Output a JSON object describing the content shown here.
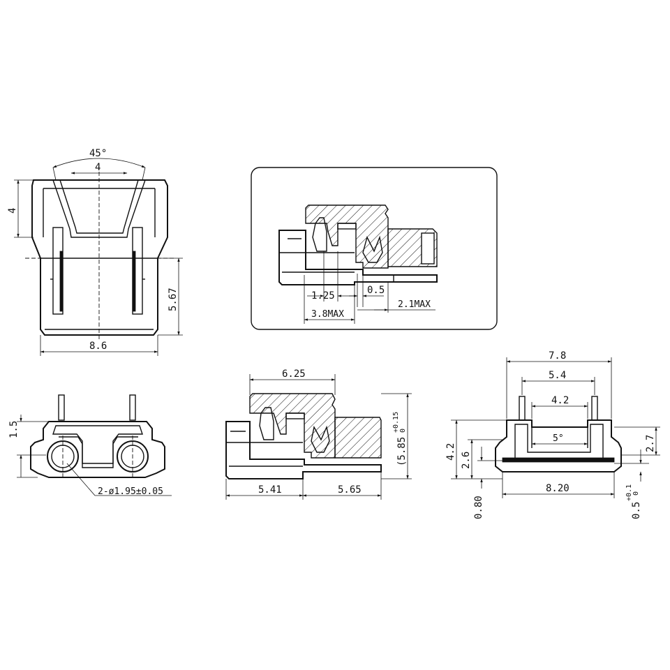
{
  "views": {
    "front": {
      "angle": "45°",
      "top_width": "4",
      "left_height": "4",
      "right_height": "5.67",
      "bottom_width": "8.6"
    },
    "detail": {
      "d1": "1.25",
      "d2": "0.5",
      "d3": "3.8MAX",
      "d4": "2.1MAX"
    },
    "bottom_left": {
      "height": "1.5",
      "hole_note": "2-ø1.95±0.05"
    },
    "side": {
      "top": "6.25",
      "right_main": "(5.85",
      "right_tol_plus": "+0.15",
      "right_tol_zero": "0",
      "bottom_left": "5.41",
      "bottom_right": "5.65"
    },
    "end": {
      "w1": "7.8",
      "w2": "5.4",
      "w3": "4.2",
      "angle": "5°",
      "h1": "4.2",
      "h2": "2.6",
      "h3": "0.80",
      "h4": "2.7",
      "bottom": "8.20",
      "h5_main": "0.5",
      "h5_plus": "+0.1",
      "h5_zero": "0"
    }
  }
}
